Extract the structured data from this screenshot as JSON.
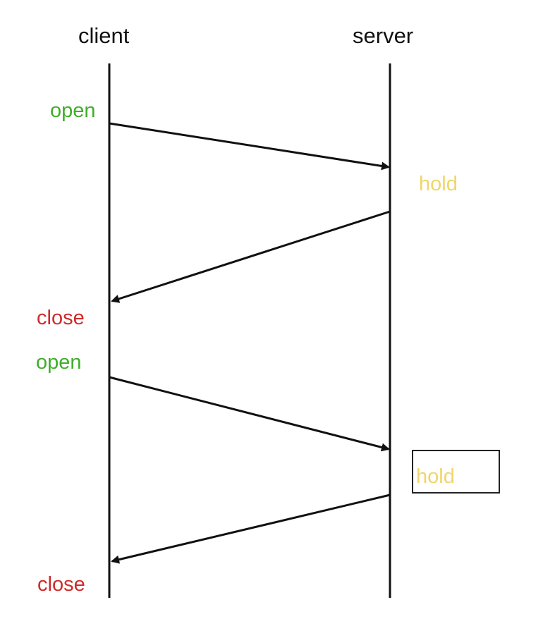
{
  "actors": {
    "client": "client",
    "server": "server"
  },
  "events": {
    "open_1": "open",
    "hold_1": "hold",
    "close_1": "close",
    "open_2": "open",
    "hold_2": "hold",
    "close_2": "close"
  },
  "colors": {
    "background": "#ffffff",
    "lifeline": "#111111",
    "arrow": "#111111",
    "open": "#3fae2a",
    "hold": "#f0d56a",
    "close": "#d12a2a"
  }
}
